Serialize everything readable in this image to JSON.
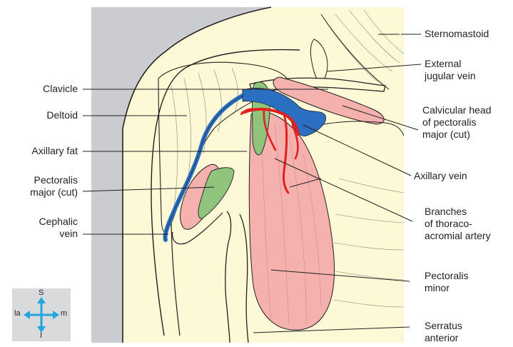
{
  "labels": {
    "sternomastoid": "Sternomastoid",
    "external_jugular_vein": [
      "External",
      "jugular vein"
    ],
    "clavicle": "Clavicle",
    "deltoid": "Deltoid",
    "axillary_fat": "Axillary fat",
    "calvicular_head": [
      "Calvicular head",
      "of pectoralis",
      "major (cut)"
    ],
    "pectoralis_major_cut": [
      "Pectoralis",
      "major (cut)"
    ],
    "axillary_vein": "Axillary vein",
    "cephalic_vein": [
      "Cephalic",
      "vein"
    ],
    "branches_artery": [
      "Branches",
      "of thoraco-",
      "acromial artery"
    ],
    "pectoralis_minor": [
      "Pectoralis",
      "minor"
    ],
    "serratus_anterior": [
      "Serratus",
      "anterior"
    ]
  },
  "compass": {
    "superior": "S",
    "inferior": "I",
    "lateral": "la",
    "medial": "m"
  },
  "colors": {
    "background_panel": "#fdf8d5",
    "grey_area": "#cbcccf",
    "muscle_pink": "#f4b1ad",
    "fat_green": "#90c47c",
    "vein_blue": "#2b6fc2",
    "artery_red": "#e1201f",
    "compass_arrow": "#23a5dd",
    "compass_bg": "#d9dadb",
    "line": "#231f20"
  }
}
